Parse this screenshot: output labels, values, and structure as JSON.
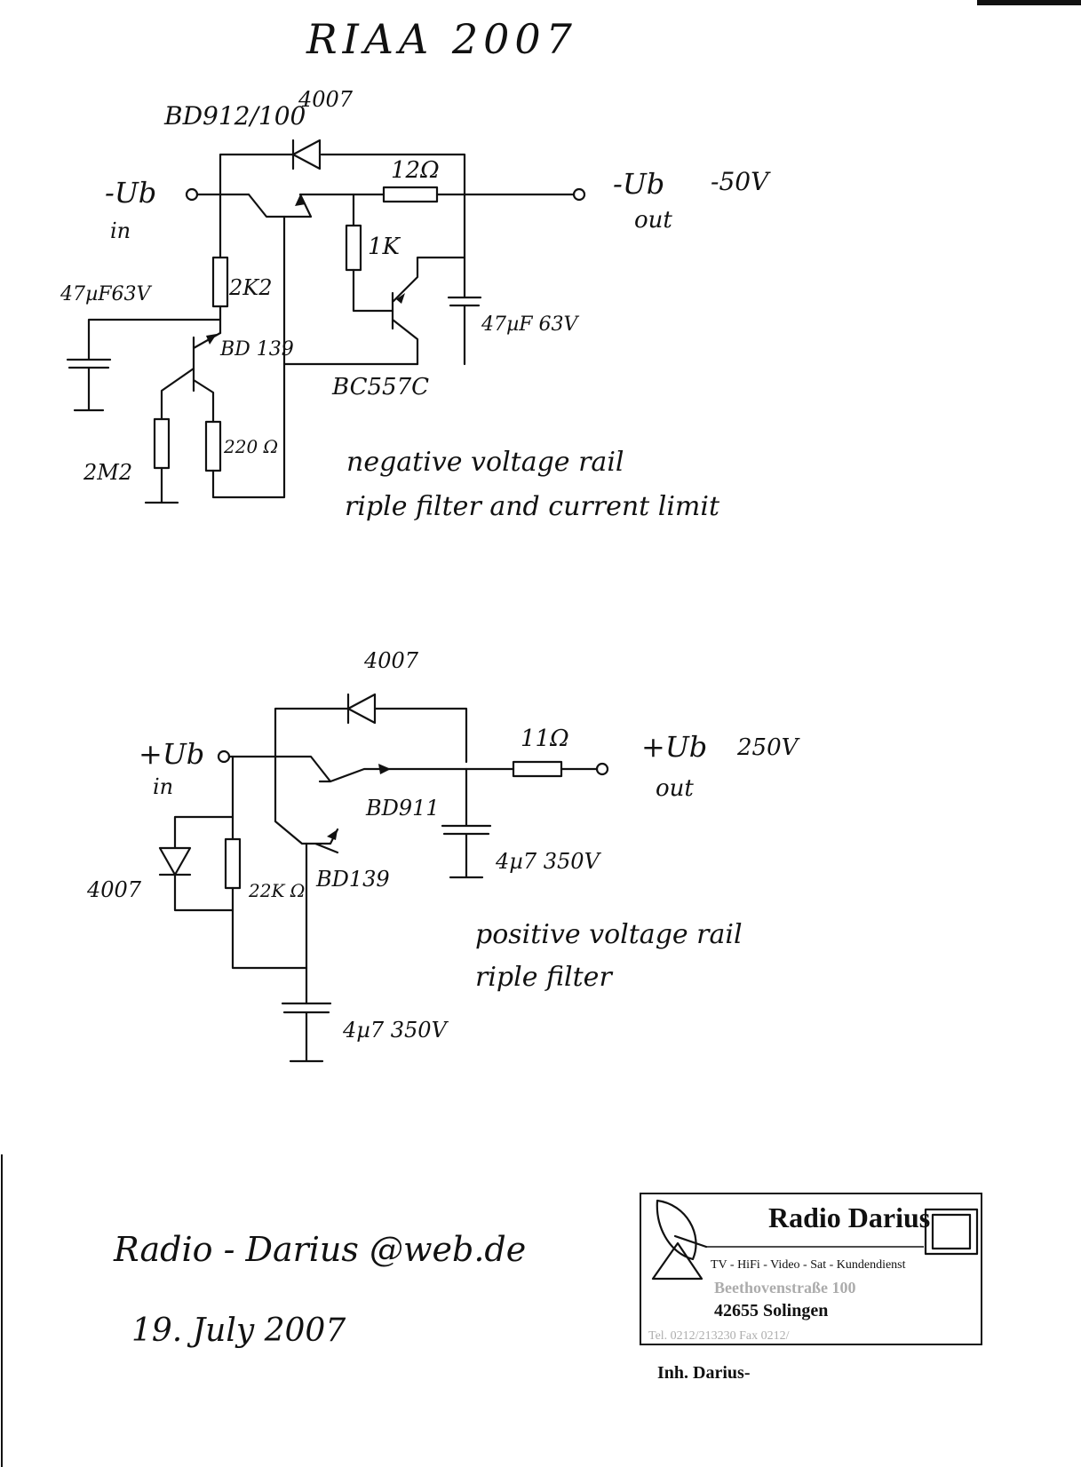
{
  "title": "RIAA 2007",
  "negative_rail": {
    "label_in_ub": "-Ub",
    "label_in": "in",
    "label_out_ub": "-Ub",
    "label_out": "out",
    "out_voltage": "-50V",
    "transistor_main": "BD912/100",
    "diode": "4007",
    "r_series": "12Ω",
    "r_1k": "1K",
    "r_2k2": "2K2",
    "cap_left": "47µF63V",
    "cap_right": "47µF 63V",
    "transistor_driver": "BD 139",
    "transistor_limit": "BC557C",
    "r_2m2": "2M2",
    "r_220": "220 Ω",
    "note_line1": "negative voltage rail",
    "note_line2": "riple filter and current limit"
  },
  "positive_rail": {
    "diode_top": "4007",
    "label_in_ub": "+Ub",
    "label_in": "in",
    "r_series": "11Ω",
    "label_out_ub": "+Ub",
    "label_out": "out",
    "out_voltage": "250V",
    "transistor_main": "BD911",
    "transistor_driver": "BD139",
    "cap_out": "4µ7 350V",
    "diode_left": "4007",
    "r_22k": "22K Ω",
    "cap_bottom": "4µ7 350V",
    "note_line1": "positive voltage rail",
    "note_line2": "riple filter"
  },
  "footer": {
    "email": "Radio - Darius @web.de",
    "date": "19. July 2007"
  },
  "stamp": {
    "name": "Radio Darius",
    "services": "TV - HiFi - Video - Sat - Kundendienst",
    "street": "Beethovenstraße 100",
    "city": "42655 Solingen",
    "phone": "Tel. 0212/213230 Fax 0212/",
    "owner": "Inh. Darius-"
  }
}
